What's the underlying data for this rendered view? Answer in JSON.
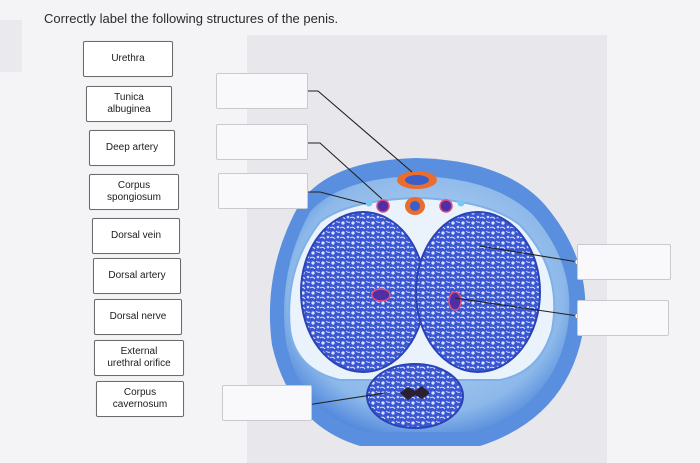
{
  "question": "Correctly label the following structures of the penis.",
  "label_bank": [
    "Urethra",
    "Tunica\nalbuginea",
    "Deep artery",
    "Corpus\nspongiosum",
    "Dorsal vein",
    "Dorsal artery",
    "Dorsal nerve",
    "External\nurethral orifice",
    "Corpus\ncavernosum"
  ],
  "drop_zones": [
    "",
    "",
    "",
    "",
    "",
    ""
  ],
  "colors": {
    "background": "#f4f4f6",
    "tissue_blue": "#3c5fd6",
    "outer_ring": "#5a8fe0",
    "vein_orange": "#e86d2e"
  }
}
